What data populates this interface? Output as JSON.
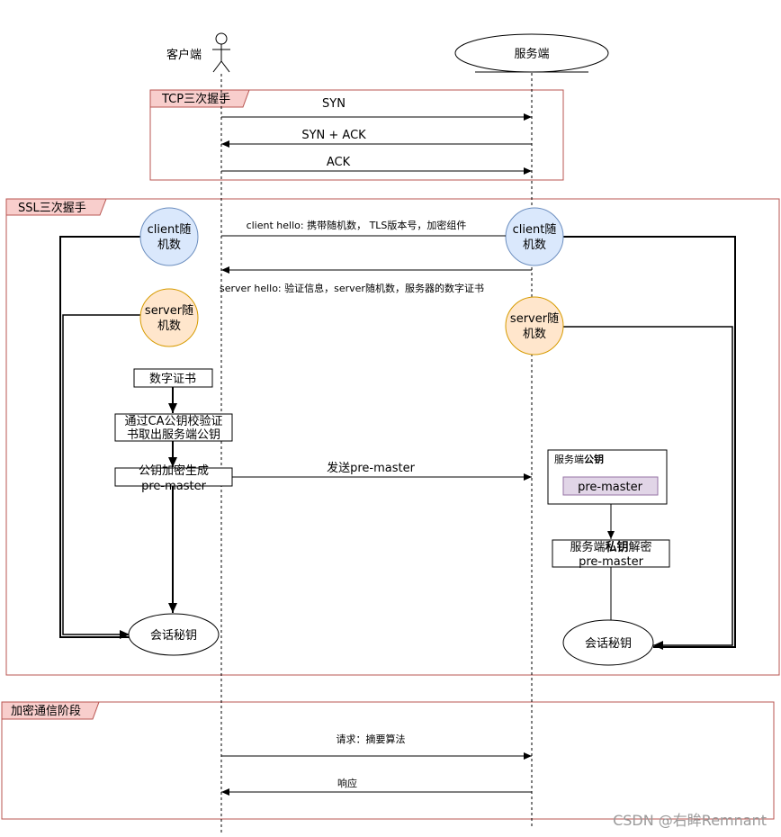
{
  "participants": {
    "client": "客户端",
    "server": "服务端"
  },
  "frames": {
    "tcp": "TCP三次握手",
    "ssl": "SSL三次握手",
    "enc": "加密通信阶段"
  },
  "tcp_messages": {
    "syn": "SYN",
    "synack": "SYN + ACK",
    "ack": "ACK"
  },
  "ssl": {
    "client_random_l1": "client随",
    "client_random_l2": "机数",
    "server_random_l1": "server随",
    "server_random_l2": "机数",
    "client_hello": "client hello: 携带随机数， TLS版本号，加密组件",
    "server_hello": "server hello: 验证信息，server随机数，服务器的数字证书",
    "cert": "数字证书",
    "verify_l1": "通过CA公钥校验证",
    "verify_l2": "书取出服务端公钥",
    "encrypt_l1": "公钥加密生成",
    "encrypt_l2": "pre-master",
    "send_premaster": "发送pre-master",
    "server_pubkey_prefix": "服务端",
    "server_pubkey_bold": "公钥",
    "premaster": "pre-master",
    "decrypt_l1_prefix": "服务端",
    "decrypt_l1_bold": "私钥",
    "decrypt_l1_suffix": "解密",
    "decrypt_l2": "pre-master",
    "session_key_client": "会话秘钥",
    "session_key_server": "会话秘钥"
  },
  "enc_messages": {
    "request": "请求：摘要算法",
    "response": "响应"
  },
  "watermark": "CSDN @右眸Remnant",
  "colors": {
    "frame_border": "#b85450",
    "frame_tab": "#f8cecc",
    "client_random_fill": "#dae8fc",
    "client_random_stroke": "#6c8ebf",
    "server_random_fill": "#ffe6cc",
    "server_random_stroke": "#d79b00",
    "premaster_fill": "#e1d5e7",
    "premaster_stroke": "#9673a6"
  }
}
